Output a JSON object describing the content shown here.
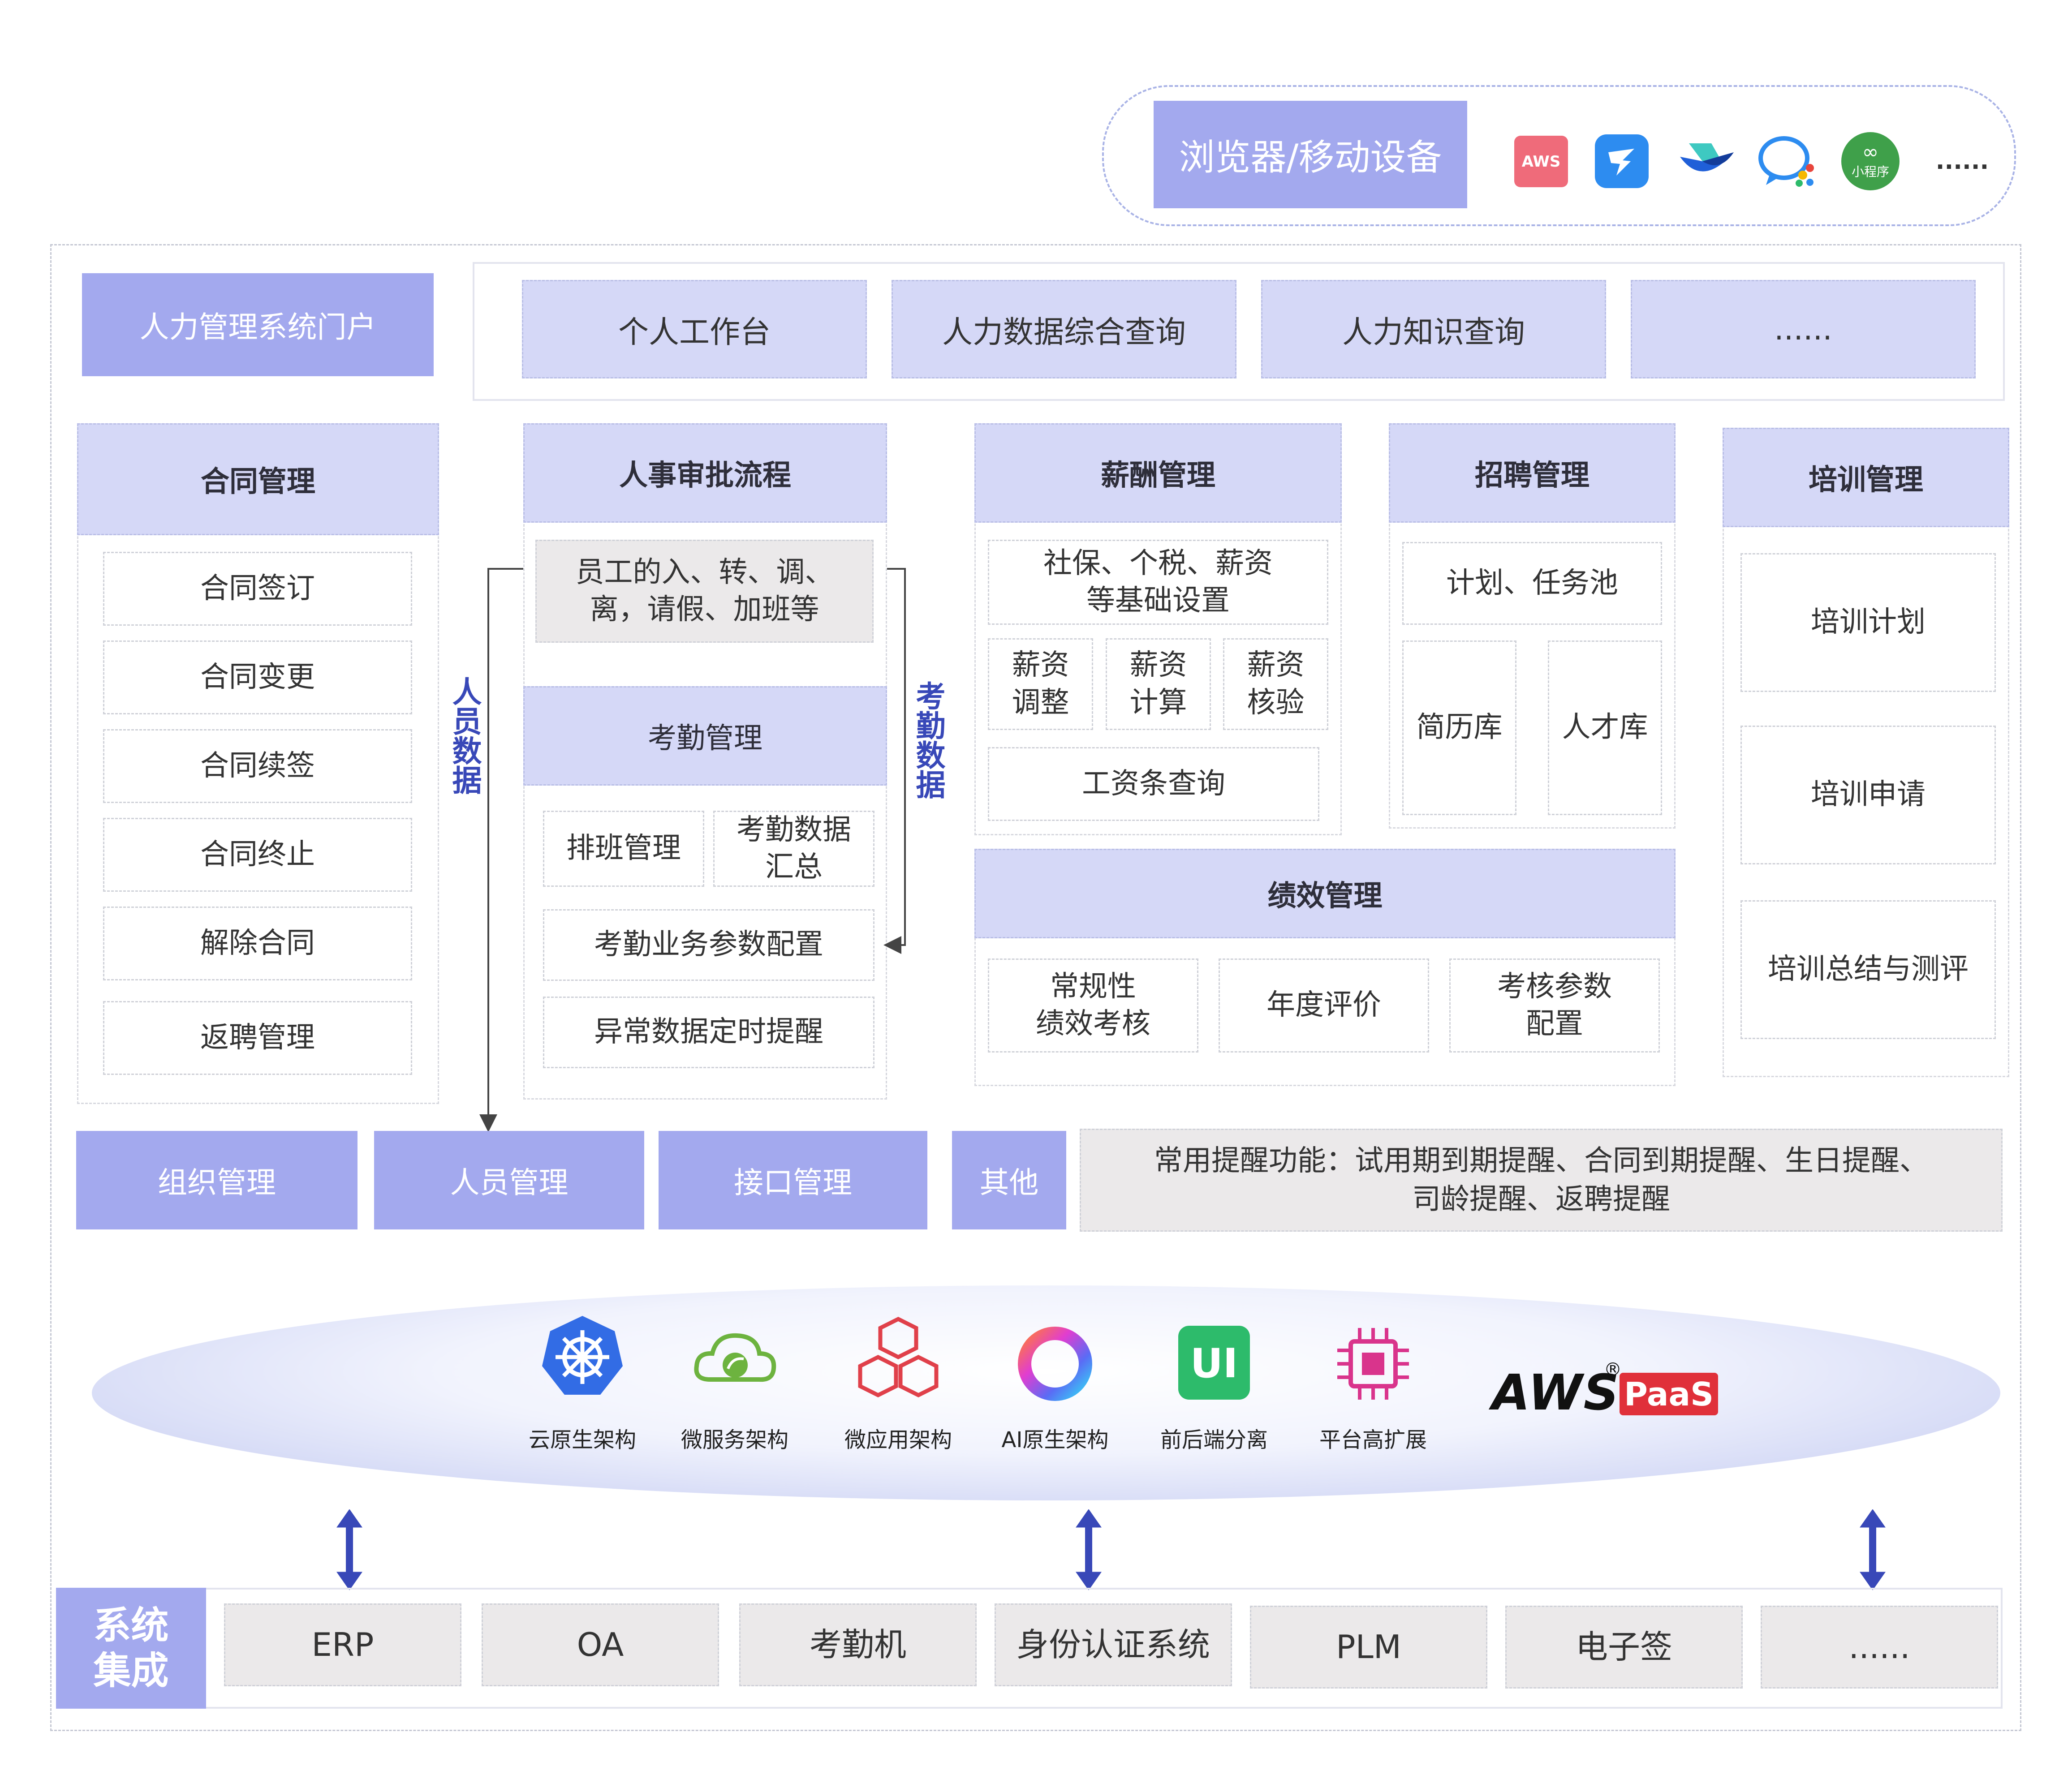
{
  "access": {
    "label": "浏览器/移动设备",
    "icons": [
      {
        "name": "aws-app-icon",
        "text": "AWS",
        "color": "#ef6b7a"
      },
      {
        "name": "dingtalk-icon",
        "color": "#2d8cf0"
      },
      {
        "name": "feishu-icon",
        "color": "#1f5fd8"
      },
      {
        "name": "wecom-icon",
        "color": "#2d8cf0"
      },
      {
        "name": "mini-program-icon",
        "text": "小程序",
        "color": "#3fa04a"
      }
    ],
    "more": "......"
  },
  "portal": {
    "label": "人力管理系统门户",
    "items": [
      "个人工作台",
      "人力数据综合查询",
      "人力知识查询",
      "......"
    ]
  },
  "contract": {
    "title": "合同管理",
    "items": [
      "合同签订",
      "合同变更",
      "合同续签",
      "合同终止",
      "解除合同",
      "返聘管理"
    ]
  },
  "hr_flow": {
    "title": "人事审批流程",
    "desc_line1": "员工的入、转、调、",
    "desc_line2": "离，请假、加班等"
  },
  "attendance": {
    "title": "考勤管理",
    "scheduling": "排班管理",
    "summary_line1": "考勤数据",
    "summary_line2": "汇总",
    "params": "考勤业务参数配置",
    "alert": "异常数据定时提醒"
  },
  "flows": {
    "personnel_data": "人员数据",
    "attendance_data": "考勤数据"
  },
  "salary": {
    "title": "薪酬管理",
    "base_line1": "社保、个税、薪资",
    "base_line2": "等基础设置",
    "adjust": [
      "薪资",
      "调整"
    ],
    "calc": [
      "薪资",
      "计算"
    ],
    "verify": [
      "薪资",
      "核验"
    ],
    "payslip": "工资条查询"
  },
  "recruit": {
    "title": "招聘管理",
    "plan": "计划、任务池",
    "resume": "简历库",
    "talent": "人才库"
  },
  "performance": {
    "title": "绩效管理",
    "routine": [
      "常规性",
      "绩效考核"
    ],
    "annual": "年度评价",
    "params": [
      "考核参数",
      "配置"
    ]
  },
  "training": {
    "title": "培训管理",
    "items": [
      "培训计划",
      "培训申请",
      "培训总结与测评"
    ]
  },
  "bottom_bar": {
    "org": "组织管理",
    "people": "人员管理",
    "api": "接口管理",
    "other": "其他",
    "reminder_line1": "常用提醒功能：试用期到期提醒、合同到期提醒、生日提醒、",
    "reminder_line2": "司龄提醒、返聘提醒"
  },
  "platform": {
    "items": [
      {
        "name": "cloud-native-icon",
        "label": "云原生架构",
        "color": "#326ce5"
      },
      {
        "name": "microservice-icon",
        "label": "微服务架构",
        "color": "#6db33f"
      },
      {
        "name": "micro-app-icon",
        "label": "微应用架构",
        "color": "#e0404a"
      },
      {
        "name": "ai-native-icon",
        "label": "AI原生架构",
        "color": "#8a5cf0"
      },
      {
        "name": "ui-separation-icon",
        "label": "前后端分离",
        "color": "#2dbb6b"
      },
      {
        "name": "platform-extend-icon",
        "label": "平台高扩展",
        "color": "#d9348c"
      }
    ],
    "brand_main": "AWS",
    "brand_reg": "®",
    "brand_badge": "PaaS"
  },
  "integration": {
    "label_line1": "系统",
    "label_line2": "集成",
    "items": [
      "ERP",
      "OA",
      "考勤机",
      "身份认证系统",
      "PLM",
      "电子签",
      "......"
    ]
  }
}
